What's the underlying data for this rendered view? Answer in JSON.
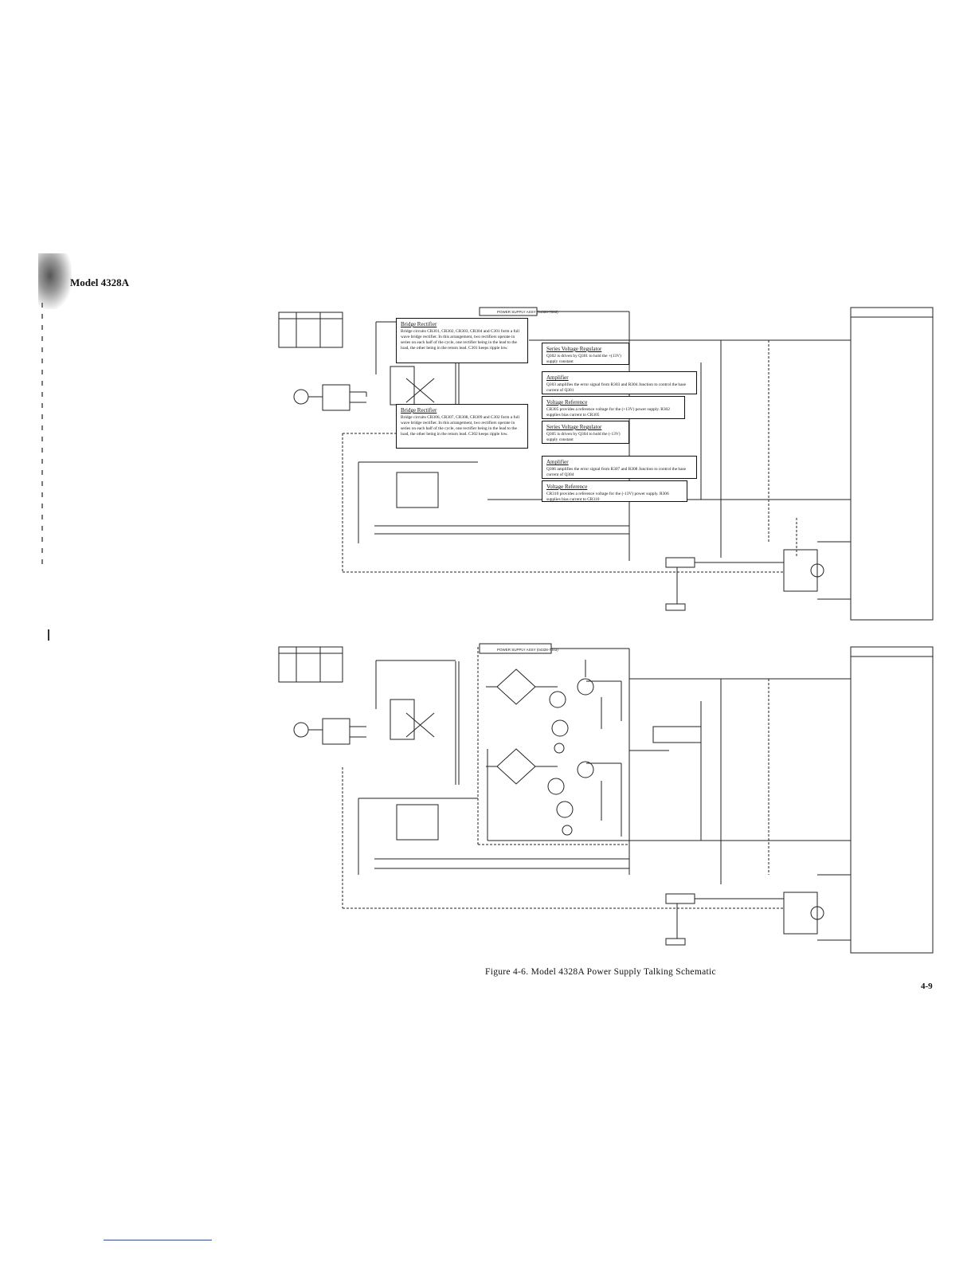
{
  "page": {
    "running_head": "Model 4328A",
    "figure_caption": "Figure 4-6.  Model 4328A Power Supply Talking Schematic",
    "page_number": "4-9"
  },
  "top_schematic": {
    "power_supply_label": "POWER SUPPLY ASSY (04328-7003)",
    "text_blocks": [
      {
        "heading": "Bridge Rectifier",
        "body": "Bridge circuits CR301, CR302, CR303, CR304 and C301 form a full wave bridge rectifier. In this arrangement, two rectifiers operate in series on each half of the cycle, one rectifier being in the lead to the load, the other being in the return lead. C301 keeps ripple low."
      },
      {
        "heading": "Series Voltage Regulator",
        "body": "Q302 is driven by Q301 to hold the +(13V) supply constant"
      },
      {
        "heading": "Amplifier",
        "body": "Q303 amplifies the error signal from R303 and R304 Junction to control the base current of Q301"
      },
      {
        "heading": "Voltage Reference",
        "body": "CR305 provides a reference voltage for the (+13V) power supply. R302 supplies bias current to CR305"
      },
      {
        "heading": "Bridge Rectifier",
        "body": "Bridge circuits CR306, CR307, CR308, CR309 and C302 form a full wave bridge rectifier. In this arrangement, two rectifiers operate in series on each half of the cycle, one rectifier being in the lead to the load, the other being in the return lead. C302 keeps ripple low."
      },
      {
        "heading": "Series Voltage Regulator",
        "body": "Q305 is driven by Q304 to hold the (-13V) supply constant"
      },
      {
        "heading": "Amplifier",
        "body": "Q306 amplifies the error signal from R307 and R308 Junction to control the base current of Q304"
      },
      {
        "heading": "Voltage Reference",
        "body": "CR310 provides a reference voltage for the (-13V) power supply. R306 supplies bias current to CR310"
      }
    ]
  },
  "bottom_schematic": {
    "power_supply_label": "POWER SUPPLY ASSY (04328-7003)"
  }
}
